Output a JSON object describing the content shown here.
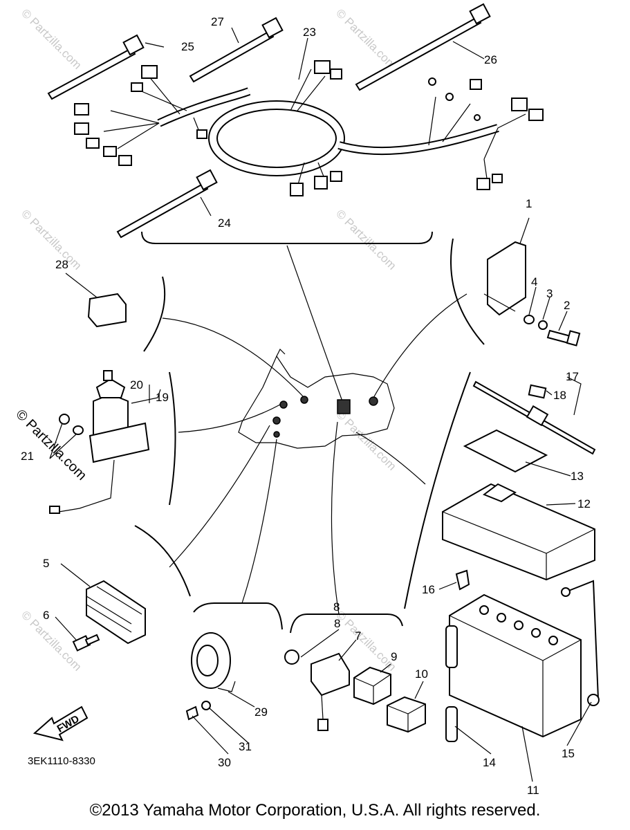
{
  "callouts": [
    {
      "id": "1",
      "label": "1"
    },
    {
      "id": "2",
      "label": "2"
    },
    {
      "id": "3",
      "label": "3"
    },
    {
      "id": "4",
      "label": "4"
    },
    {
      "id": "5",
      "label": "5"
    },
    {
      "id": "6",
      "label": "6"
    },
    {
      "id": "7",
      "label": "7"
    },
    {
      "id": "8a",
      "label": "8"
    },
    {
      "id": "8b",
      "label": "8"
    },
    {
      "id": "9",
      "label": "9"
    },
    {
      "id": "10",
      "label": "10"
    },
    {
      "id": "11",
      "label": "11"
    },
    {
      "id": "12",
      "label": "12"
    },
    {
      "id": "13",
      "label": "13"
    },
    {
      "id": "14",
      "label": "14"
    },
    {
      "id": "15",
      "label": "15"
    },
    {
      "id": "16",
      "label": "16"
    },
    {
      "id": "17",
      "label": "17"
    },
    {
      "id": "18",
      "label": "18"
    },
    {
      "id": "19",
      "label": "19"
    },
    {
      "id": "20",
      "label": "20"
    },
    {
      "id": "21",
      "label": "21"
    },
    {
      "id": "23",
      "label": "23"
    },
    {
      "id": "24",
      "label": "24"
    },
    {
      "id": "25",
      "label": "25"
    },
    {
      "id": "26",
      "label": "26"
    },
    {
      "id": "27",
      "label": "27"
    },
    {
      "id": "28",
      "label": "28"
    },
    {
      "id": "29",
      "label": "29"
    },
    {
      "id": "30",
      "label": "30"
    },
    {
      "id": "31",
      "label": "31"
    }
  ],
  "fwd_label": "FWD",
  "drawing_code": "3EK1110-8330",
  "watermark": "© Partzilla.com",
  "copyright": "©2013 Yamaha Motor Corporation, U.S.A. All rights reserved."
}
